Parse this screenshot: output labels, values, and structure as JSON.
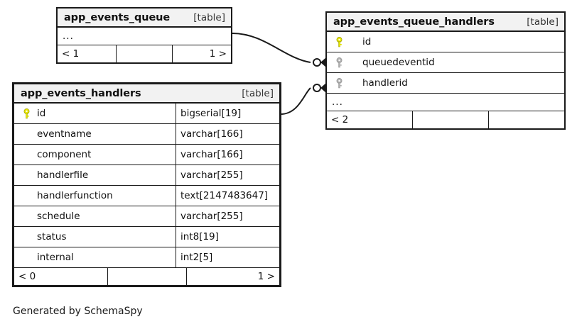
{
  "diagram": {
    "kind_label": "[table]",
    "ellipsis": "...",
    "credit": "Generated by SchemaSpy"
  },
  "tables": {
    "app_events_queue": {
      "name": "app_events_queue",
      "kind": "[table]",
      "ellipsis": "...",
      "footer": {
        "left": "< 1",
        "middle": "",
        "right": "1 >"
      }
    },
    "app_events_handlers": {
      "name": "app_events_handlers",
      "kind": "[table]",
      "columns": [
        {
          "key": "primary",
          "name": "id",
          "type": "bigserial[19]"
        },
        {
          "key": "none",
          "name": "eventname",
          "type": "varchar[166]"
        },
        {
          "key": "none",
          "name": "component",
          "type": "varchar[166]"
        },
        {
          "key": "none",
          "name": "handlerfile",
          "type": "varchar[255]"
        },
        {
          "key": "none",
          "name": "handlerfunction",
          "type": "text[2147483647]"
        },
        {
          "key": "none",
          "name": "schedule",
          "type": "varchar[255]"
        },
        {
          "key": "none",
          "name": "status",
          "type": "int8[19]"
        },
        {
          "key": "none",
          "name": "internal",
          "type": "int2[5]"
        }
      ],
      "footer": {
        "left": "< 0",
        "middle": "",
        "right": "1 >"
      }
    },
    "app_events_queue_handlers": {
      "name": "app_events_queue_handlers",
      "kind": "[table]",
      "columns": [
        {
          "key": "primary",
          "name": "id",
          "type": ""
        },
        {
          "key": "foreign",
          "name": "queuedeventid",
          "type": ""
        },
        {
          "key": "foreign",
          "name": "handlerid",
          "type": ""
        }
      ],
      "ellipsis": "...",
      "footer": {
        "left": "< 2",
        "middle": "",
        "right": ""
      }
    }
  },
  "relationships": [
    {
      "name": "queue-to-queue-handlers",
      "from_table": "app_events_queue",
      "to_table": "app_events_queue_handlers",
      "to_column": "queuedeventid",
      "from_cardinality": "one",
      "to_cardinality": "zero-or-many"
    },
    {
      "name": "handlers-to-queue-handlers",
      "from_table": "app_events_handlers",
      "from_column": "id",
      "to_table": "app_events_queue_handlers",
      "to_column": "handlerid",
      "from_cardinality": "one",
      "to_cardinality": "zero-or-many"
    }
  ],
  "colors": {
    "primary_key": "#e8e800",
    "foreign_key": "#b3b3b3",
    "border": "#1a1a1a",
    "header_bg": "#f2f2f2",
    "background": "#ffffff"
  }
}
